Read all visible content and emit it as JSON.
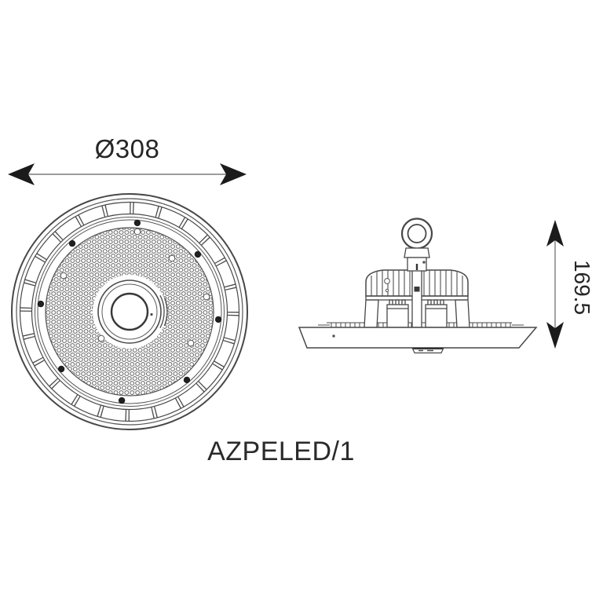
{
  "page": {
    "background": "#ffffff"
  },
  "drawing": {
    "product_code": "AZPELED/1",
    "dimensions": {
      "diameter": "Ø308",
      "height": "169.5"
    },
    "views": {
      "front": "led-highbay-front-view",
      "side": "led-highbay-side-view"
    },
    "colors": {
      "line": "#474747",
      "dimension_line": "#7d7d7d",
      "arrow": "#1b1b1b",
      "text": "#262626"
    }
  }
}
